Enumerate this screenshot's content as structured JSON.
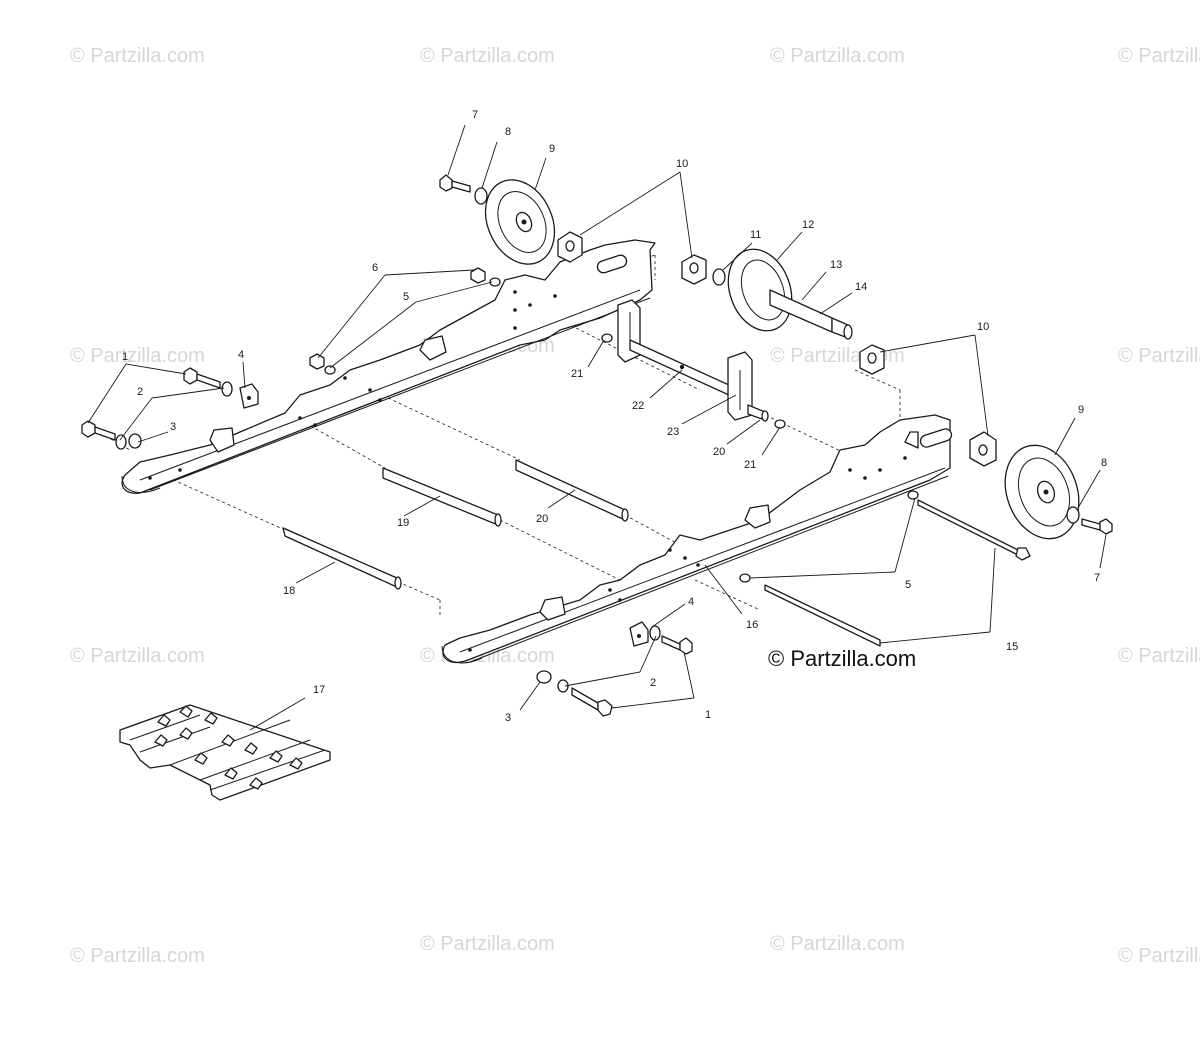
{
  "watermark": {
    "text": "© Partzilla.com"
  },
  "copyright_mark": "© Partzilla.com",
  "callouts": {
    "c1a": "1",
    "c1b": "1",
    "c2a": "2",
    "c2b": "2",
    "c3a": "3",
    "c3b": "3",
    "c4a": "4",
    "c4b": "4",
    "c5a": "5",
    "c5b": "5",
    "c6": "6",
    "c7a": "7",
    "c7b": "7",
    "c8a": "8",
    "c8b": "8",
    "c9a": "9",
    "c9b": "9",
    "c10a": "10",
    "c10b": "10",
    "c11": "11",
    "c12": "12",
    "c13": "13",
    "c14": "14",
    "c15": "15",
    "c16": "16",
    "c17": "17",
    "c18": "18",
    "c19": "19",
    "c20a": "20",
    "c20b": "20",
    "c21a": "21",
    "c21b": "21",
    "c22": "22",
    "c23": "23"
  }
}
